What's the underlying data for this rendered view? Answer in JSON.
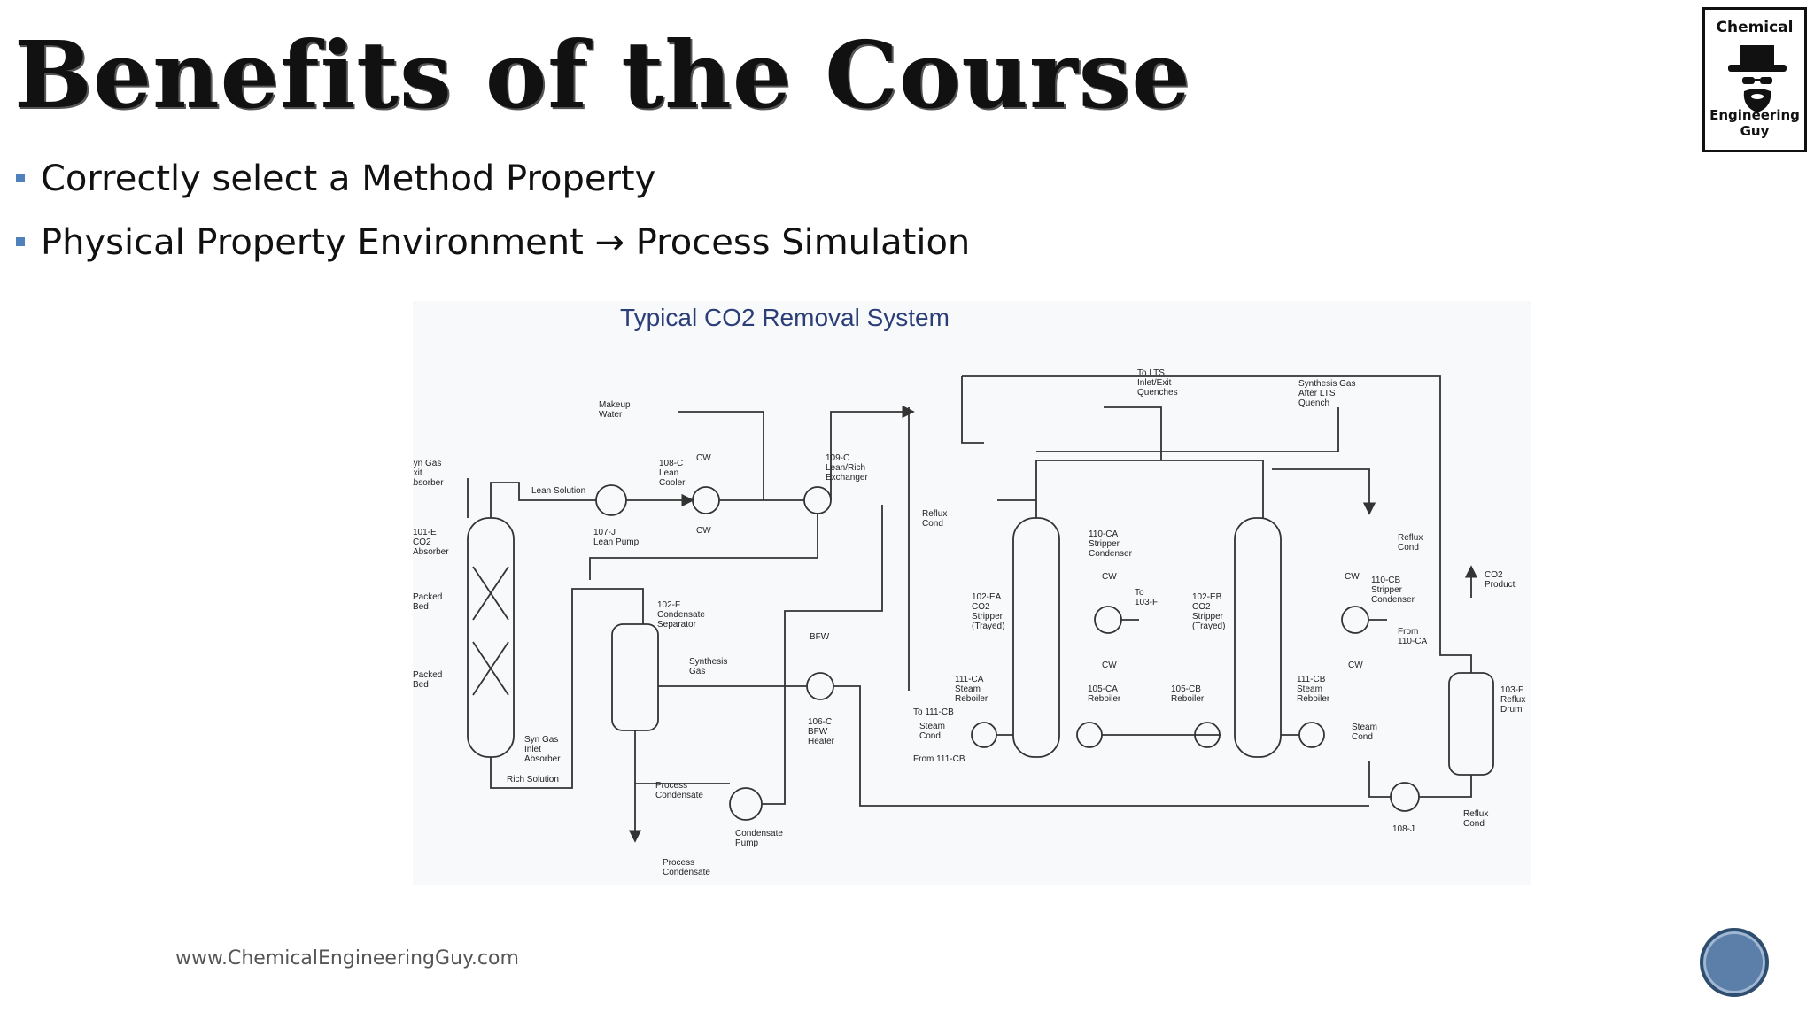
{
  "slide": {
    "title": "Benefits of the Course",
    "bullets": [
      "Correctly select a Method Property",
      "Physical Property Environment → Process Simulation"
    ],
    "footer_url": "www.ChemicalEngineeringGuy.com"
  },
  "logo": {
    "top_text": "Chemical",
    "bottom_text": "Engineering Guy",
    "icon": "hat-glasses-beard-icon"
  },
  "diagram": {
    "title": "Typical CO2 Removal System",
    "labels": {
      "makeup_water": [
        "Makeup",
        "Water"
      ],
      "to_lts": [
        "To LTS",
        "Inlet/Exit",
        "Quenches"
      ],
      "syn_gas_after": [
        "Synthesis Gas",
        "After LTS",
        "Quench"
      ],
      "syn_gas_exit": [
        "Syn Gas",
        "Exit",
        "Absorber"
      ],
      "lean_solution": "Lean Solution",
      "cooler_108c": [
        "108-C",
        "Lean",
        "Cooler"
      ],
      "cw": "CW",
      "exchanger_109c": [
        "109-C",
        "Lean/Rich",
        "Exchanger"
      ],
      "reflux_cond": [
        "Reflux",
        "Cond"
      ],
      "absorber_101e": [
        "101-E",
        "CO2",
        "Absorber"
      ],
      "pump_107j": [
        "107-J",
        "Lean Pump"
      ],
      "condenser_110ca": [
        "110-CA",
        "Stripper",
        "Condenser"
      ],
      "packed_bed": [
        "Packed",
        "Bed"
      ],
      "separator_102f": [
        "102-F",
        "Condensate",
        "Separator"
      ],
      "bfw": "BFW",
      "stripper_102ea": [
        "102-EA",
        "CO2",
        "Stripper",
        "(Trayed)"
      ],
      "to_103f": [
        "To",
        "103-F"
      ],
      "stripper_102eb": [
        "102-EB",
        "CO2",
        "Stripper",
        "(Trayed)"
      ],
      "condenser_110cb": [
        "110-CB",
        "Stripper",
        "Condenser"
      ],
      "from_110ca": [
        "From",
        "110-CA"
      ],
      "co2_product": [
        "CO2",
        "Product"
      ],
      "synthesis_gas": [
        "Synthesis",
        "Gas"
      ],
      "reboiler_111ca": [
        "111-CA",
        "Steam",
        "Reboiler"
      ],
      "reboiler_105ca": [
        "105-CA",
        "Reboiler"
      ],
      "reboiler_105cb": [
        "105-CB",
        "Reboiler"
      ],
      "reboiler_111cb": [
        "111-CB",
        "Steam",
        "Reboiler"
      ],
      "drum_103f": [
        "103-F",
        "Reflux",
        "Drum"
      ],
      "heater_106c": [
        "106-C",
        "BFW",
        "Heater"
      ],
      "to_111cb": "To 111-CB",
      "steam_cond": [
        "Steam",
        "Cond"
      ],
      "from_111cb": "From 111-CB",
      "syn_gas_inlet": [
        "Syn Gas",
        "Inlet",
        "Absorber"
      ],
      "rich_solution": "Rich Solution",
      "process_condensate": [
        "Process",
        "Condensate"
      ],
      "condensate_pump": [
        "Condensate",
        "Pump"
      ],
      "pump_108j": "108-J",
      "reflux_cond_drum": [
        "Reflux",
        "Cond"
      ]
    }
  },
  "theme": {
    "accent": "#4f81bd",
    "badge": "#5b7fa8",
    "line": "#333333"
  }
}
